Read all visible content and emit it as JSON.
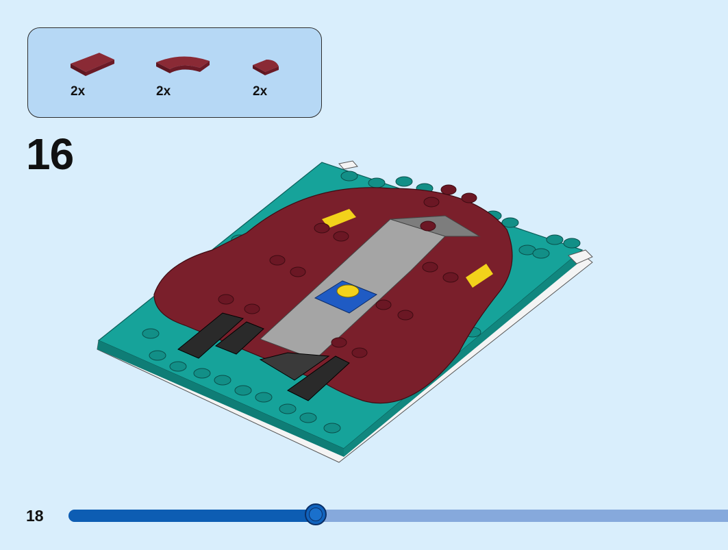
{
  "parts_list": {
    "items": [
      {
        "icon": "dark-red-tile-1x2-icon",
        "quantity": "2x"
      },
      {
        "icon": "dark-red-curved-tile-icon",
        "quantity": "2x"
      },
      {
        "icon": "dark-red-quarter-round-tile-icon",
        "quantity": "2x"
      }
    ]
  },
  "step": {
    "number": "16"
  },
  "page": {
    "number": "18"
  },
  "progress": {
    "fraction": 0.375
  },
  "colors": {
    "background": "#d9eefc",
    "callout": "#b6d8f5",
    "dark_red": "#7a1f2b",
    "teal": "#16a39a",
    "progress_fill": "#0d5db3",
    "progress_track": "#86a9dc"
  }
}
